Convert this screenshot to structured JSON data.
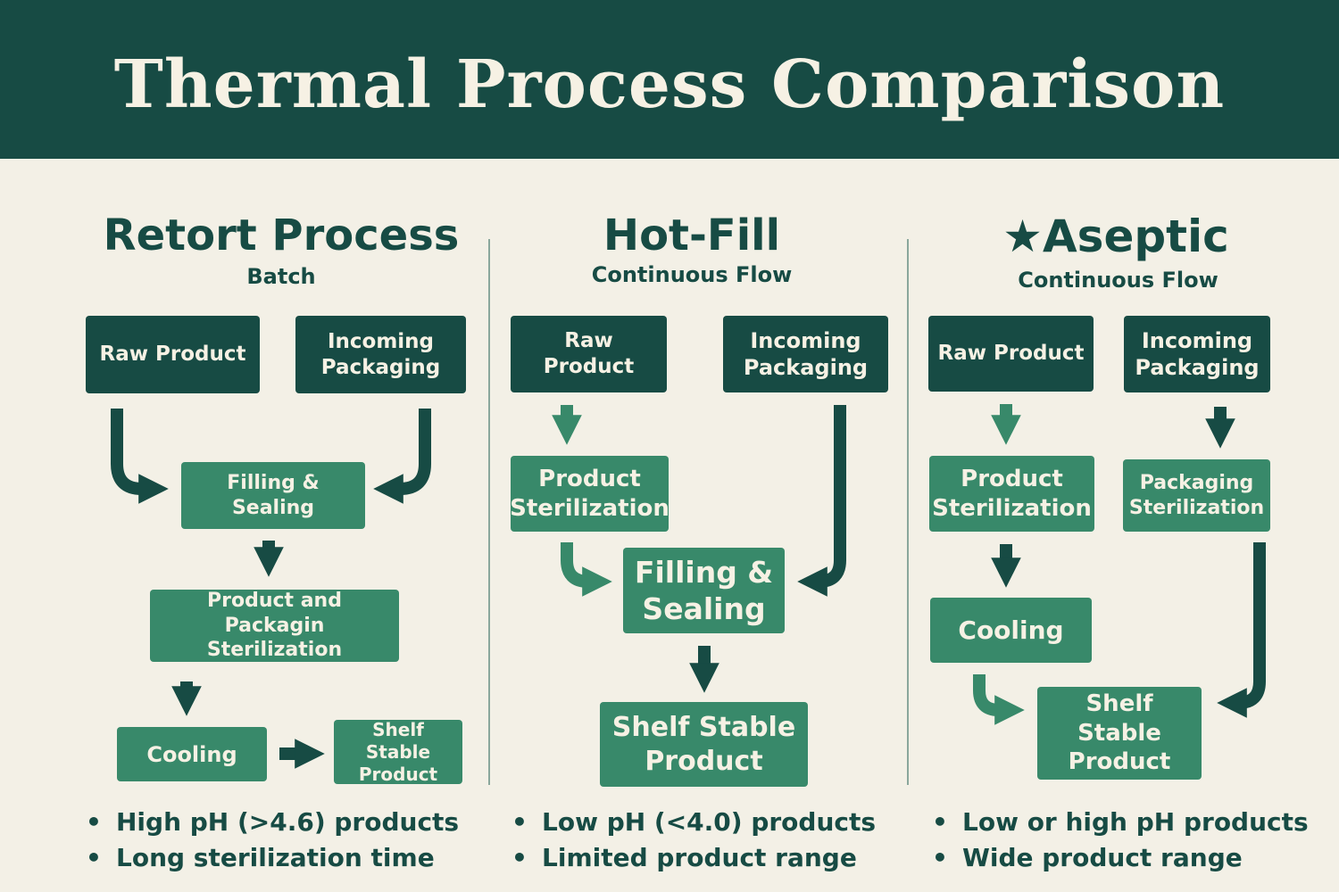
{
  "header": {
    "title": "Thermal Process Comparison"
  },
  "columns": [
    {
      "title": "Retort Process",
      "subtitle": "Batch",
      "boxes": {
        "raw": "Raw Product",
        "packaging": "Incoming Packaging",
        "filling": "Filling & Sealing",
        "sterilization": "Product and Packagin Sterilization",
        "cooling": "Cooling",
        "shelf": "Shelf Stable Product"
      },
      "bullets": [
        "High pH (>4.6) products",
        "Long sterilization time"
      ]
    },
    {
      "title": "Hot-Fill",
      "subtitle": "Continuous Flow",
      "boxes": {
        "raw": "Raw Product",
        "packaging": "Incoming Packaging",
        "product_sterilization": "Product Sterilization",
        "filling": "Filling & Sealing",
        "shelf": "Shelf Stable Product"
      },
      "bullets": [
        "Low pH (<4.0) products",
        "Limited product range"
      ]
    },
    {
      "title": "Aseptic",
      "title_icon": "star-icon",
      "subtitle": "Continuous Flow",
      "boxes": {
        "raw": "Raw Product",
        "packaging": "Incoming Packaging",
        "product_sterilization": "Product Sterilization",
        "packaging_sterilization": "Packaging Sterilization",
        "cooling": "Cooling",
        "shelf": "Shelf Stable Product"
      },
      "bullets": [
        "Low or high pH products",
        "Wide product range"
      ]
    }
  ],
  "colors": {
    "dark_green": "#174b44",
    "medium_green": "#38896a",
    "background": "#f3f0e6",
    "text_light": "#f6f1e4"
  }
}
